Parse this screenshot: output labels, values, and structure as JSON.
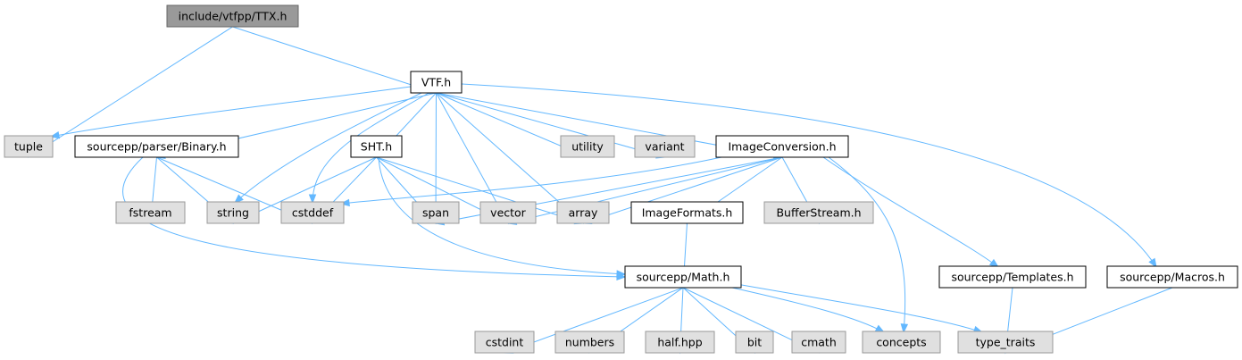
{
  "diagram": {
    "type": "include-dependency-graph",
    "colors": {
      "root_fill": "#999999",
      "project_fill": "#ffffff",
      "system_fill": "#e0e0e0",
      "edge": "#63b8ff"
    },
    "nodes": [
      {
        "id": "ttx",
        "label": "include/vtfpp/TTX.h",
        "kind": "root"
      },
      {
        "id": "vtf",
        "label": "VTF.h",
        "kind": "project"
      },
      {
        "id": "tuple",
        "label": "tuple",
        "kind": "system"
      },
      {
        "id": "binary",
        "label": "sourcepp/parser/Binary.h",
        "kind": "project"
      },
      {
        "id": "sht",
        "label": "SHT.h",
        "kind": "project"
      },
      {
        "id": "utility",
        "label": "utility",
        "kind": "system"
      },
      {
        "id": "variant",
        "label": "variant",
        "kind": "system"
      },
      {
        "id": "imgconv",
        "label": "ImageConversion.h",
        "kind": "project"
      },
      {
        "id": "fstream",
        "label": "fstream",
        "kind": "system"
      },
      {
        "id": "string",
        "label": "string",
        "kind": "system"
      },
      {
        "id": "cstddef",
        "label": "cstddef",
        "kind": "system"
      },
      {
        "id": "span",
        "label": "span",
        "kind": "system"
      },
      {
        "id": "vector",
        "label": "vector",
        "kind": "system"
      },
      {
        "id": "array",
        "label": "array",
        "kind": "system"
      },
      {
        "id": "imgformats",
        "label": "ImageFormats.h",
        "kind": "project"
      },
      {
        "id": "bufferstream",
        "label": "BufferStream.h",
        "kind": "system"
      },
      {
        "id": "math",
        "label": "sourcepp/Math.h",
        "kind": "project"
      },
      {
        "id": "templates",
        "label": "sourcepp/Templates.h",
        "kind": "project"
      },
      {
        "id": "macros",
        "label": "sourcepp/Macros.h",
        "kind": "project"
      },
      {
        "id": "cstdint",
        "label": "cstdint",
        "kind": "system"
      },
      {
        "id": "numbers",
        "label": "numbers",
        "kind": "system"
      },
      {
        "id": "half",
        "label": "half.hpp",
        "kind": "system"
      },
      {
        "id": "bit",
        "label": "bit",
        "kind": "system"
      },
      {
        "id": "cmath",
        "label": "cmath",
        "kind": "system"
      },
      {
        "id": "concepts",
        "label": "concepts",
        "kind": "system"
      },
      {
        "id": "typetraits",
        "label": "type_traits",
        "kind": "system"
      }
    ],
    "edges": [
      {
        "from": "ttx",
        "to": "tuple"
      },
      {
        "from": "ttx",
        "to": "vtf"
      },
      {
        "from": "vtf",
        "to": "tuple"
      },
      {
        "from": "vtf",
        "to": "binary"
      },
      {
        "from": "vtf",
        "to": "string"
      },
      {
        "from": "vtf",
        "to": "cstddef"
      },
      {
        "from": "vtf",
        "to": "sht"
      },
      {
        "from": "vtf",
        "to": "span"
      },
      {
        "from": "vtf",
        "to": "vector"
      },
      {
        "from": "vtf",
        "to": "array"
      },
      {
        "from": "vtf",
        "to": "utility"
      },
      {
        "from": "vtf",
        "to": "variant"
      },
      {
        "from": "vtf",
        "to": "imgconv"
      },
      {
        "from": "vtf",
        "to": "macros"
      },
      {
        "from": "binary",
        "to": "fstream"
      },
      {
        "from": "binary",
        "to": "string"
      },
      {
        "from": "binary",
        "to": "cstddef"
      },
      {
        "from": "binary",
        "to": "math"
      },
      {
        "from": "sht",
        "to": "string"
      },
      {
        "from": "sht",
        "to": "cstddef"
      },
      {
        "from": "sht",
        "to": "span"
      },
      {
        "from": "sht",
        "to": "vector"
      },
      {
        "from": "sht",
        "to": "array"
      },
      {
        "from": "sht",
        "to": "math"
      },
      {
        "from": "imgconv",
        "to": "cstddef"
      },
      {
        "from": "imgconv",
        "to": "span"
      },
      {
        "from": "imgconv",
        "to": "vector"
      },
      {
        "from": "imgconv",
        "to": "array"
      },
      {
        "from": "imgconv",
        "to": "imgformats"
      },
      {
        "from": "imgconv",
        "to": "bufferstream"
      },
      {
        "from": "imgconv",
        "to": "concepts"
      },
      {
        "from": "imgconv",
        "to": "templates"
      },
      {
        "from": "imgformats",
        "to": "math"
      },
      {
        "from": "math",
        "to": "cstdint"
      },
      {
        "from": "math",
        "to": "numbers"
      },
      {
        "from": "math",
        "to": "half"
      },
      {
        "from": "math",
        "to": "bit"
      },
      {
        "from": "math",
        "to": "cmath"
      },
      {
        "from": "math",
        "to": "concepts"
      },
      {
        "from": "math",
        "to": "typetraits"
      },
      {
        "from": "templates",
        "to": "typetraits"
      },
      {
        "from": "macros",
        "to": "typetraits"
      }
    ]
  }
}
